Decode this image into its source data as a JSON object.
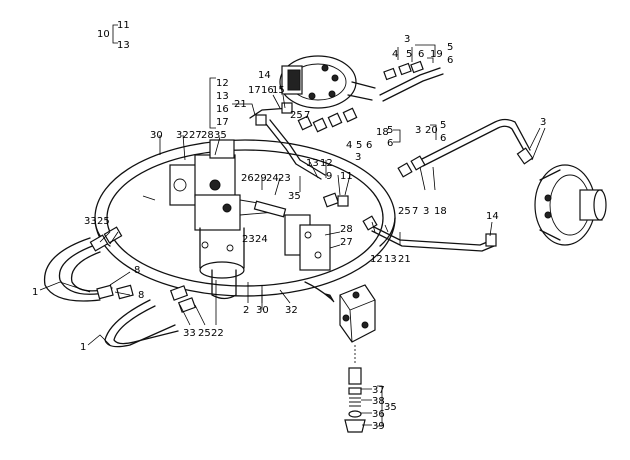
{
  "callouts": [
    {
      "id": "c-10",
      "text": "10"
    },
    {
      "id": "c-11-top",
      "text": "11"
    },
    {
      "id": "c-13-top",
      "text": "13"
    },
    {
      "id": "c-3-a",
      "text": "3"
    },
    {
      "id": "c-4-a",
      "text": "4"
    },
    {
      "id": "c-5-a",
      "text": "5"
    },
    {
      "id": "c-6-a",
      "text": "6"
    },
    {
      "id": "c-19",
      "text": "19"
    },
    {
      "id": "c-5-b",
      "text": "5"
    },
    {
      "id": "c-6-b",
      "text": "6"
    },
    {
      "id": "c-14-a",
      "text": "14"
    },
    {
      "id": "c-12-a",
      "text": "12"
    },
    {
      "id": "c-13-a",
      "text": "13"
    },
    {
      "id": "c-16-a",
      "text": "16"
    },
    {
      "id": "c-17-a",
      "text": "17"
    },
    {
      "id": "c-21-a",
      "text": "21"
    },
    {
      "id": "c-17-b",
      "text": "17"
    },
    {
      "id": "c-16-b",
      "text": "16"
    },
    {
      "id": "c-15",
      "text": "15"
    },
    {
      "id": "c-25-a",
      "text": "25"
    },
    {
      "id": "c-7-a",
      "text": "7"
    },
    {
      "id": "c-4-b",
      "text": "4"
    },
    {
      "id": "c-5-c",
      "text": "5"
    },
    {
      "id": "c-6-c",
      "text": "6"
    },
    {
      "id": "c-18-a",
      "text": "18"
    },
    {
      "id": "c-5-d",
      "text": "5"
    },
    {
      "id": "c-6-d",
      "text": "6"
    },
    {
      "id": "c-3-b",
      "text": "3"
    },
    {
      "id": "c-3-c",
      "text": "3"
    },
    {
      "id": "c-20",
      "text": "20"
    },
    {
      "id": "c-5-e",
      "text": "5"
    },
    {
      "id": "c-6-e",
      "text": "6"
    },
    {
      "id": "c-3-d",
      "text": "3"
    },
    {
      "id": "c-30-a",
      "text": "30"
    },
    {
      "id": "c-32-a",
      "text": "32"
    },
    {
      "id": "c-27-a",
      "text": "27"
    },
    {
      "id": "c-28-a",
      "text": "28"
    },
    {
      "id": "c-35-a",
      "text": "35"
    },
    {
      "id": "c-13-b",
      "text": "13"
    },
    {
      "id": "c-12-b",
      "text": "12"
    },
    {
      "id": "c-9",
      "text": "9"
    },
    {
      "id": "c-11-b",
      "text": "11"
    },
    {
      "id": "c-26",
      "text": "26"
    },
    {
      "id": "c-29",
      "text": "29"
    },
    {
      "id": "c-24-a",
      "text": "24"
    },
    {
      "id": "c-23-a",
      "text": "23"
    },
    {
      "id": "c-35-b",
      "text": "35"
    },
    {
      "id": "c-25-b",
      "text": "25"
    },
    {
      "id": "c-7-b",
      "text": "7"
    },
    {
      "id": "c-3-e",
      "text": "3"
    },
    {
      "id": "c-18-b",
      "text": "18"
    },
    {
      "id": "c-14-b",
      "text": "14"
    },
    {
      "id": "c-33-a",
      "text": "33"
    },
    {
      "id": "c-25-c",
      "text": "25"
    },
    {
      "id": "c-28-b",
      "text": "28"
    },
    {
      "id": "c-27-b",
      "text": "27"
    },
    {
      "id": "c-23-b",
      "text": "23"
    },
    {
      "id": "c-24-b",
      "text": "24"
    },
    {
      "id": "c-12-c",
      "text": "12"
    },
    {
      "id": "c-13-c",
      "text": "13"
    },
    {
      "id": "c-21-b",
      "text": "21"
    },
    {
      "id": "c-1-a",
      "text": "1"
    },
    {
      "id": "c-8-a",
      "text": "8"
    },
    {
      "id": "c-8-b",
      "text": "8"
    },
    {
      "id": "c-2",
      "text": "2"
    },
    {
      "id": "c-30-b",
      "text": "30"
    },
    {
      "id": "c-32-b",
      "text": "32"
    },
    {
      "id": "c-33-b",
      "text": "33"
    },
    {
      "id": "c-25-d",
      "text": "25"
    },
    {
      "id": "c-22",
      "text": "22"
    },
    {
      "id": "c-1-b",
      "text": "1"
    },
    {
      "id": "c-37",
      "text": "37"
    },
    {
      "id": "c-38",
      "text": "38"
    },
    {
      "id": "c-36",
      "text": "36"
    },
    {
      "id": "c-39",
      "text": "39"
    },
    {
      "id": "c-35-c",
      "text": "35"
    }
  ]
}
